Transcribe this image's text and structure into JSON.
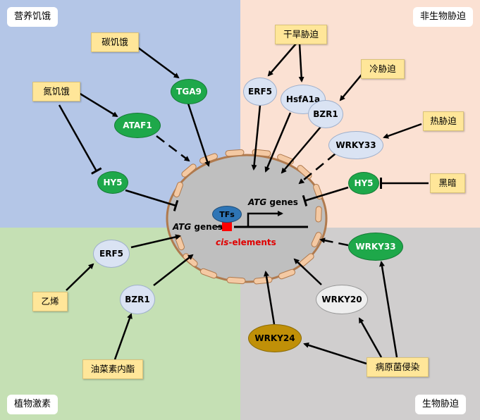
{
  "quadrants": {
    "top_left": "营养饥饿",
    "top_right": "非生物胁迫",
    "bottom_left": "植物激素",
    "bottom_right": "生物胁迫"
  },
  "stimuli": {
    "carbon_starvation": "碳饥饿",
    "nitrogen_starvation": "氮饥饿",
    "drought": "干旱胁迫",
    "cold": "冷胁迫",
    "heat": "热胁迫",
    "darkness": "黑暗",
    "ethylene": "乙烯",
    "brassinosteroid": "油菜素内酯",
    "pathogen": "病原菌侵染"
  },
  "factors": {
    "tga9": "TGA9",
    "ataf1": "ATAF1",
    "hy5_left": "HY5",
    "erf5_top": "ERF5",
    "hsfa1a": "HsfA1a",
    "bzr1_top": "BZR1",
    "wrky33_top": "WRKY33",
    "hy5_right": "HY5",
    "erf5_bottom": "ERF5",
    "bzr1_bottom": "BZR1",
    "wrky33_bottom": "WRKY33",
    "wrky20": "WRKY20",
    "wrky24": "WRKY24"
  },
  "cell": {
    "atg_genes_right_italic": "ATG",
    "atg_genes_right_suffix": " genes",
    "atg_genes_left_italic": "ATG",
    "atg_genes_left_suffix": " genes",
    "tfs": "TFs",
    "cis_italic": "cis",
    "cis_suffix": "-elements"
  },
  "colors": {
    "green_tf": "#1ea84a",
    "light_tf": "#dae3f3",
    "gold_tf": "#c09008",
    "stimulus_box": "#ffe699",
    "cis_element": "#ff0000",
    "nucleus": "#bfbfbf"
  }
}
